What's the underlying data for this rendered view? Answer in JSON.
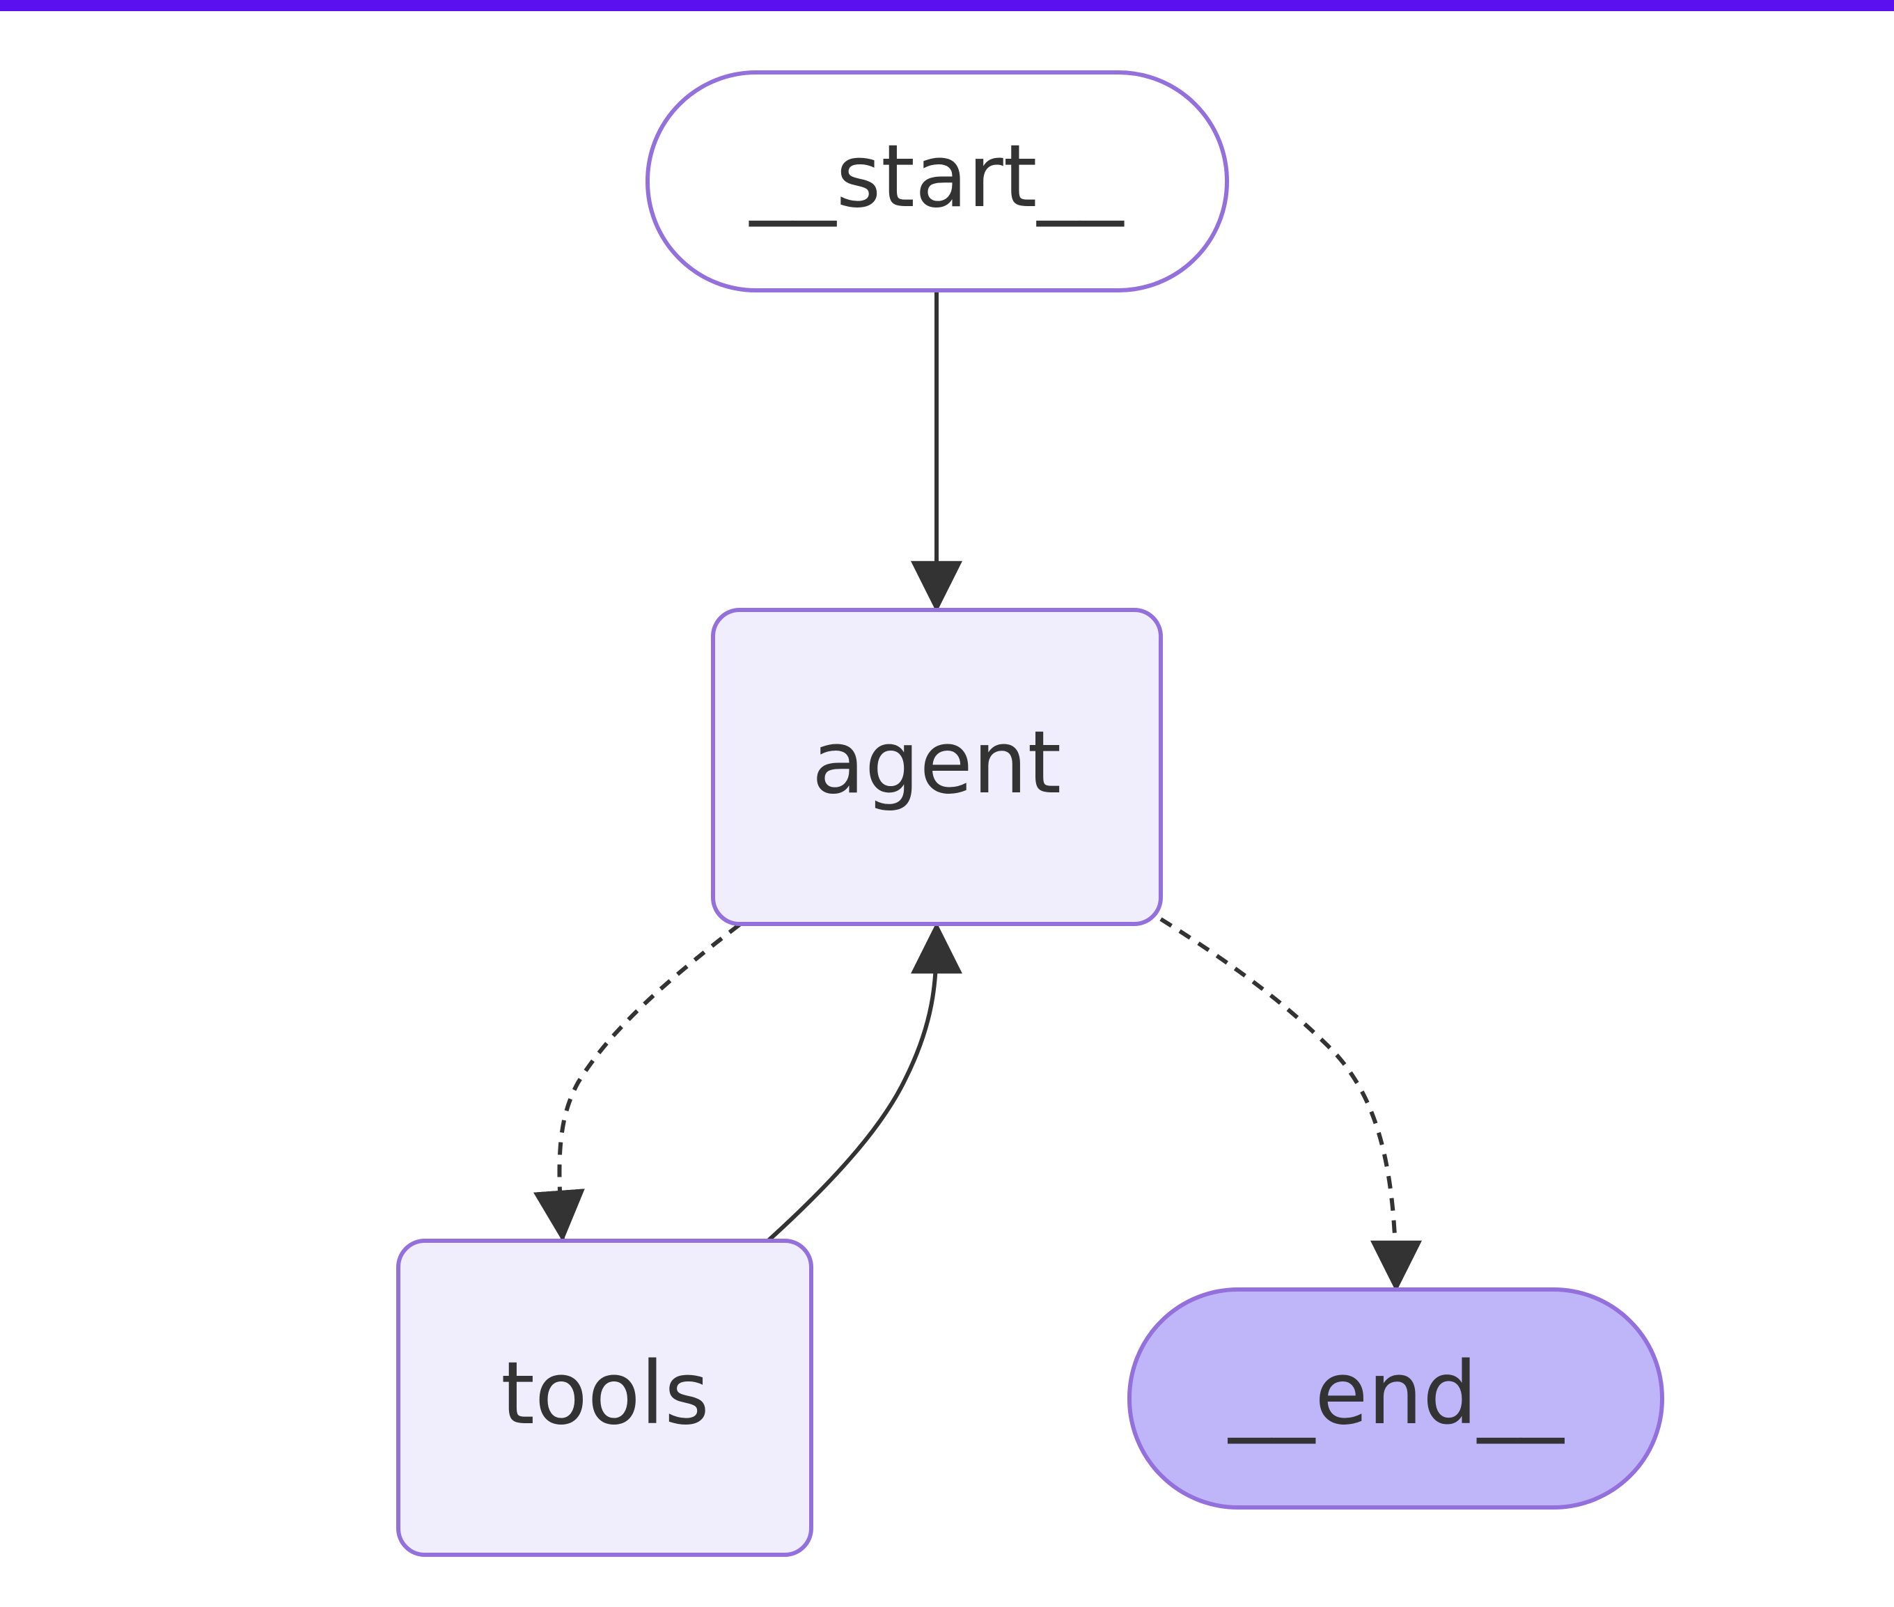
{
  "colors": {
    "top_bar": "#5b10f0",
    "node_fill": "#f0eefd",
    "node_stroke": "#9370db",
    "start_fill": "#ffffff",
    "end_fill": "#bfb6fa",
    "edge": "#333333",
    "label": "#333333"
  },
  "nodes": {
    "start": "__start__",
    "agent": "agent",
    "tools": "tools",
    "end": "__end__"
  },
  "edges": [
    {
      "from": "__start__",
      "to": "agent",
      "style": "solid"
    },
    {
      "from": "agent",
      "to": "tools",
      "style": "dashed"
    },
    {
      "from": "tools",
      "to": "agent",
      "style": "solid"
    },
    {
      "from": "agent",
      "to": "__end__",
      "style": "dashed"
    }
  ]
}
